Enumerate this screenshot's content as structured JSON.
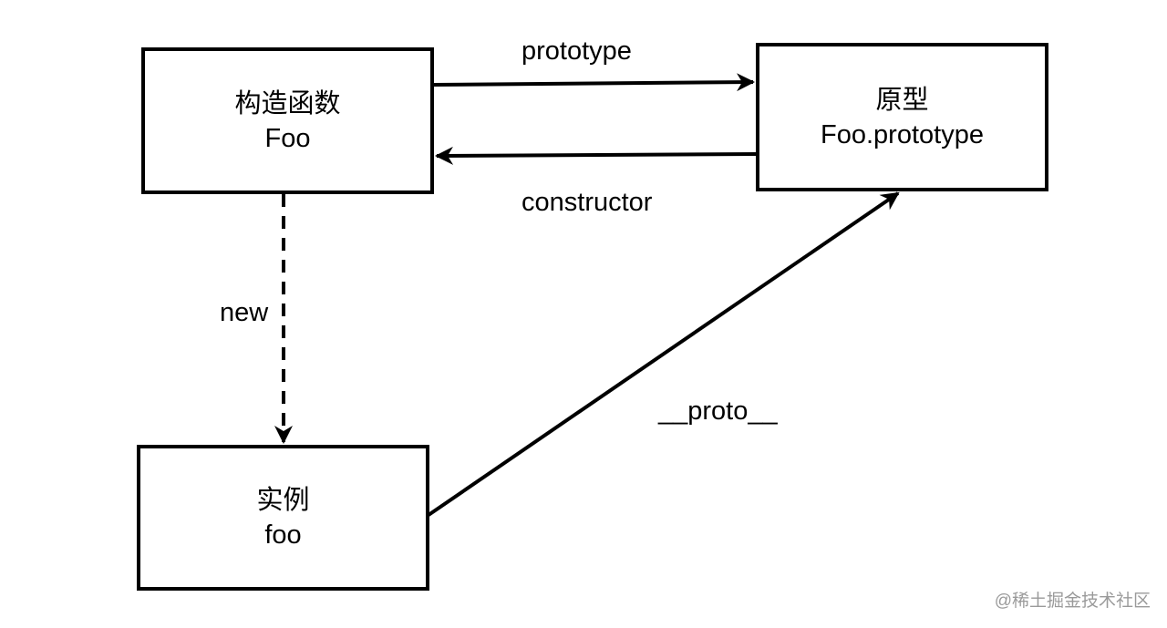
{
  "nodes": {
    "constructor": {
      "line1": "构造函数",
      "line2": "Foo"
    },
    "prototype": {
      "line1": "原型",
      "line2": "Foo.prototype"
    },
    "instance": {
      "line1": "实例",
      "line2": "foo"
    }
  },
  "edges": {
    "prototype": "prototype",
    "constructor": "constructor",
    "new": "new",
    "proto_link": "__proto__"
  },
  "watermark": "@稀土掘金技术社区"
}
